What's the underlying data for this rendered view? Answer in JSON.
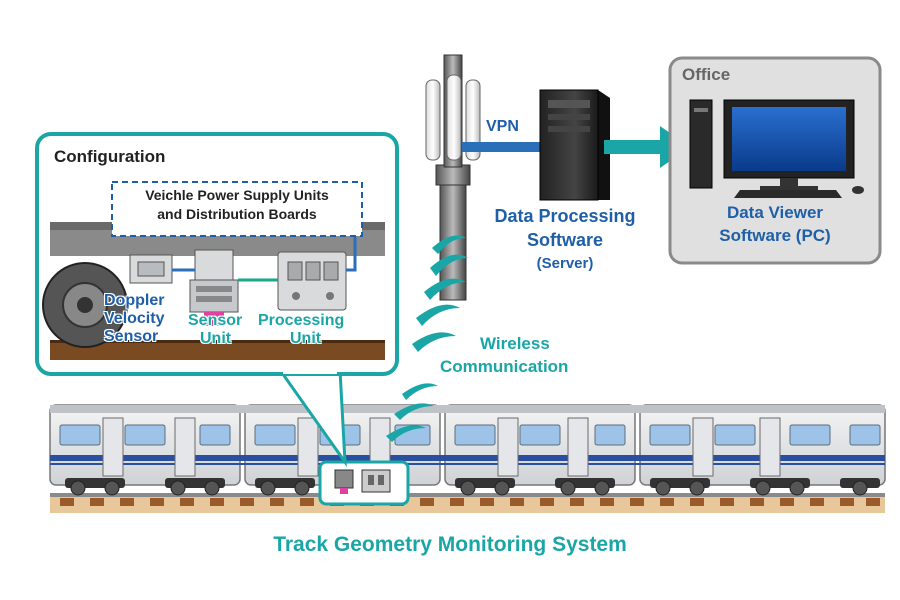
{
  "title": "Track Geometry Monitoring System",
  "configuration": {
    "heading": "Configuration",
    "power_supply_line1": "Veichle Power Supply Units",
    "power_supply_line2": "and Distribution Boards",
    "doppler_line1": "Doppler",
    "doppler_line2": "Velocity",
    "doppler_line3": "Sensor",
    "sensor_line1": "Sensor",
    "sensor_line2": "Unit",
    "processing_line1": "Processing",
    "processing_line2": "Unit"
  },
  "network": {
    "vpn": "VPN",
    "wireless_line1": "Wireless",
    "wireless_line2": "Communication"
  },
  "server": {
    "line1": "Data Processing",
    "line2": "Software",
    "line3": "(Server)"
  },
  "office": {
    "heading": "Office",
    "viewer_line1": "Data Viewer",
    "viewer_line2": "Software (PC)"
  },
  "colors": {
    "teal": "#1aa6a6",
    "blue": "#1f5fa8",
    "train_stripe": "#2b4fa0"
  }
}
